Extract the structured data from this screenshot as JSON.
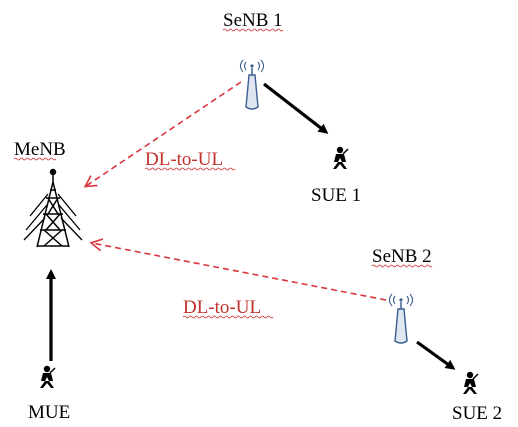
{
  "nodes": {
    "senb1": {
      "label": "SeNB 1",
      "icon": "small-cell-antenna-icon"
    },
    "senb2": {
      "label": "SeNB 2",
      "icon": "small-cell-antenna-icon"
    },
    "menb": {
      "label": "MeNB",
      "icon": "macro-tower-icon"
    },
    "sue1": {
      "label": "SUE 1",
      "icon": "user-equipment-icon"
    },
    "sue2": {
      "label": "SUE 2",
      "icon": "user-equipment-icon"
    },
    "mue": {
      "label": "MUE",
      "icon": "user-equipment-icon"
    }
  },
  "links": {
    "interference1": {
      "label": "DL-to-UL"
    },
    "interference2": {
      "label": "DL-to-UL"
    }
  },
  "colors": {
    "interference": "#d9363e",
    "interference_text": "#c0312b",
    "link": "#000000",
    "antenna_fill": "#dfe6f0",
    "antenna_stroke": "#3a5f8f"
  }
}
